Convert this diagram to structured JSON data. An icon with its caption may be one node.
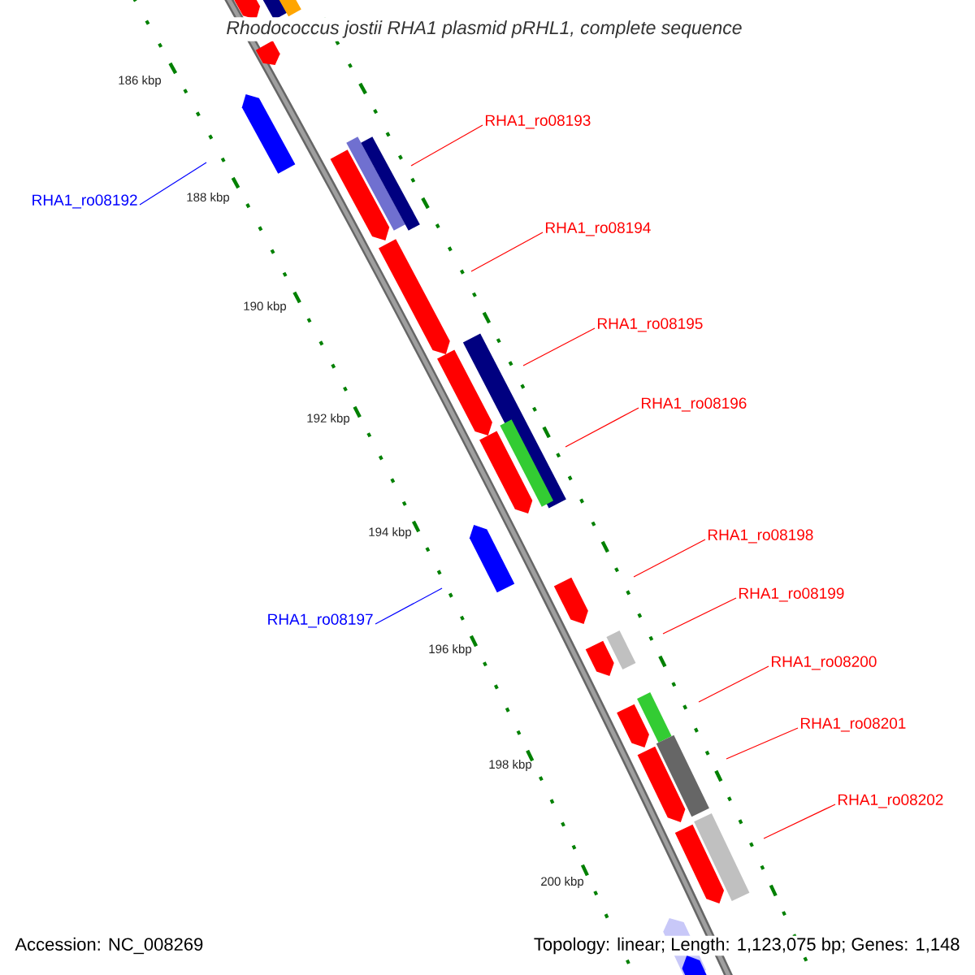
{
  "diagram": {
    "title": "Rhodococcus jostii RHA1 plasmid pRHL1, complete sequence",
    "nodes": [
      {
        "text": [
          "RHA1_ro08193"
        ]
      },
      {
        "text": [
          "RHA1_ro08192"
        ]
      },
      {
        "text": [
          "RHA1_ro08194"
        ]
      },
      {
        "text": [
          "RHA1_ro08195"
        ]
      },
      {
        "text": [
          "RHA1_ro08196"
        ]
      },
      {
        "text": [
          "RHA1_ro08198"
        ]
      },
      {
        "text": [
          "RHA1_ro08199"
        ]
      },
      {
        "text": [
          "RHA1_ro08197"
        ]
      },
      {
        "text": [
          "RHA1_ro08200"
        ]
      },
      {
        "text": [
          "RHA1_ro08201"
        ]
      },
      {
        "text": [
          "RHA1_ro08202"
        ]
      }
    ],
    "edges": [
      {
        "from": 0,
        "to": null,
        "arrow": "none"
      },
      {
        "from": 1,
        "to": null,
        "arrow": "none",
        "color": "#0000ff"
      },
      {
        "from": 2,
        "to": null,
        "arrow": "none"
      },
      {
        "from": 3,
        "to": null,
        "arrow": "none"
      },
      {
        "from": 4,
        "to": null,
        "arrow": "none"
      },
      {
        "from": 5,
        "to": null,
        "arrow": "none"
      },
      {
        "from": 6,
        "to": null,
        "arrow": "none"
      },
      {
        "from": 7,
        "to": null,
        "arrow": "none",
        "color": "#0000ff"
      },
      {
        "from": 8,
        "to": null,
        "arrow": "none"
      },
      {
        "from": 9,
        "to": null,
        "arrow": "none"
      },
      {
        "from": 10,
        "to": null,
        "arrow": "none"
      }
    ],
    "labels": [
      "186 kbp",
      "188 kbp",
      "190 kbp",
      "192 kbp",
      "194 kbp",
      "196 kbp",
      "198 kbp",
      "200 kbp",
      "Accession: NC_008269",
      "Topology: linear; Length: 1,123,075 bp; Genes: 1,148"
    ]
  }
}
